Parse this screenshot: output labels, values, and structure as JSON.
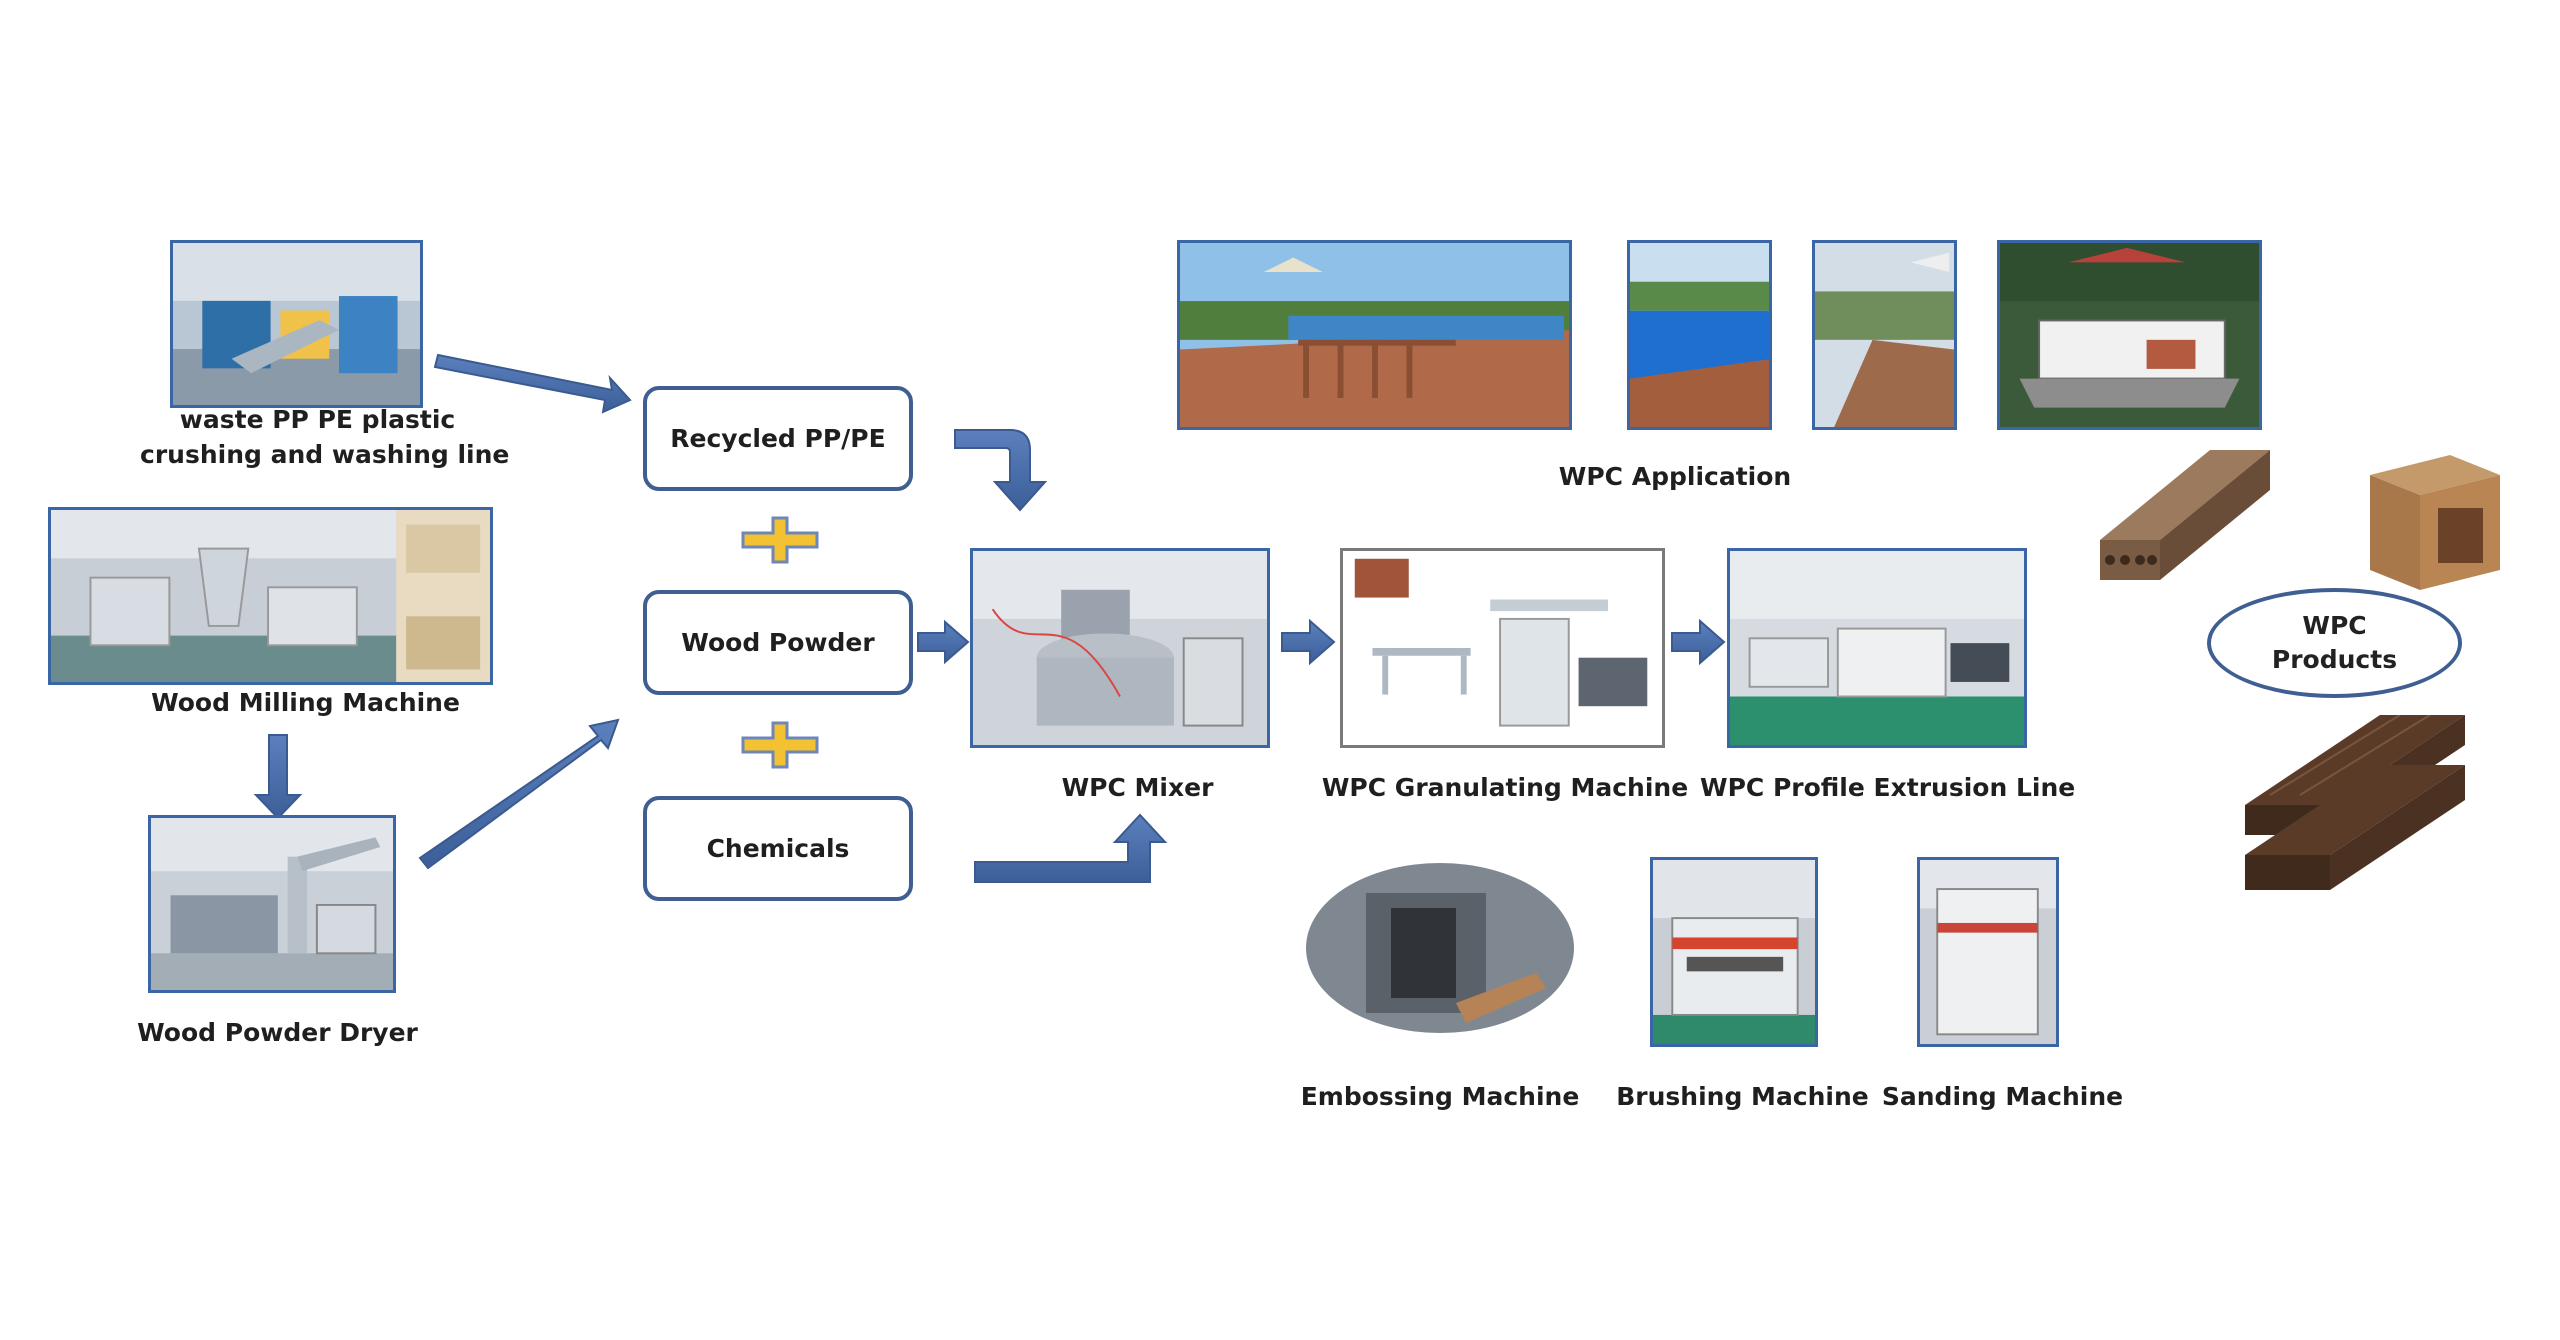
{
  "sources": {
    "plastic_line_caption": [
      "waste PP PE plastic",
      "crushing and washing line"
    ],
    "milling_caption": "Wood Milling Machine",
    "dryer_caption": "Wood Powder Dryer"
  },
  "inputs": {
    "recycled": "Recycled PP/PE",
    "wood_powder": "Wood Powder",
    "chemicals": "Chemicals"
  },
  "process": {
    "mixer": "WPC Mixer",
    "granulating": "WPC Granulating Machine",
    "extrusion": "WPC Profile Extrusion Line"
  },
  "finishing": {
    "embossing": "Embossing Machine",
    "brushing": "Brushing Machine",
    "sanding": "Sanding Machine"
  },
  "application": {
    "caption": "WPC Application"
  },
  "products": {
    "label_line1": "WPC",
    "label_line2": "Products"
  },
  "colors": {
    "arrow": "#4a6ea9",
    "box_border": "#3f5f93",
    "plus_fill": "#f2c232",
    "plus_outline": "#6e86b8"
  }
}
